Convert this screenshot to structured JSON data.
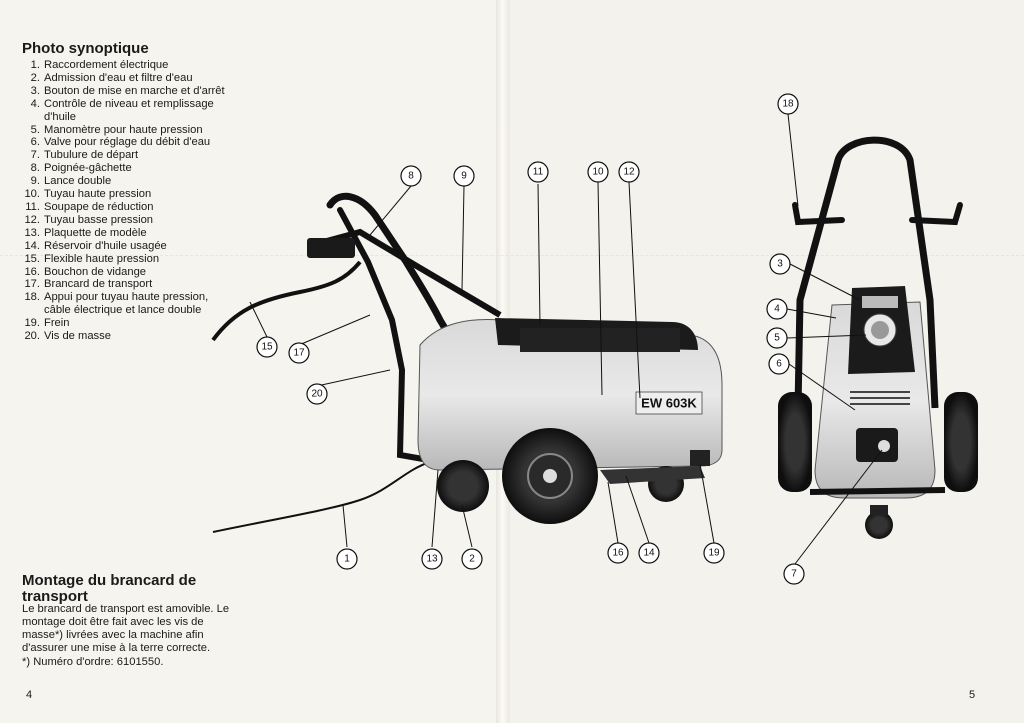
{
  "left_page": {
    "title": "Photo synoptique",
    "items": [
      {
        "num": "1.",
        "text": "Raccordement électrique"
      },
      {
        "num": "2.",
        "text": "Admission d'eau et filtre d'eau"
      },
      {
        "num": "3.",
        "text": "Bouton de mise en marche et d'arrêt"
      },
      {
        "num": "4.",
        "text": "Contrôle de niveau et remplissage d'huile"
      },
      {
        "num": "5.",
        "text": "Manomètre pour haute pression"
      },
      {
        "num": "6.",
        "text": "Valve pour réglage du débit d'eau"
      },
      {
        "num": "7.",
        "text": "Tubulure de départ"
      },
      {
        "num": "8.",
        "text": "Poignée-gâchette"
      },
      {
        "num": "9.",
        "text": "Lance double"
      },
      {
        "num": "10.",
        "text": "Tuyau haute pression"
      },
      {
        "num": "11.",
        "text": "Soupape de réduction"
      },
      {
        "num": "12.",
        "text": "Tuyau basse pression"
      },
      {
        "num": "13.",
        "text": "Plaquette de modèle"
      },
      {
        "num": "14.",
        "text": "Réservoir d'huile usagée"
      },
      {
        "num": "15.",
        "text": "Flexible haute pression"
      },
      {
        "num": "16.",
        "text": "Bouchon de vidange"
      },
      {
        "num": "17.",
        "text": "Brancard de transport"
      },
      {
        "num": "18.",
        "text": "Appui pour tuyau haute pression, câble électrique et lance double"
      },
      {
        "num": "19.",
        "text": "Frein"
      },
      {
        "num": "20.",
        "text": "Vis de masse"
      }
    ],
    "section_title": "Montage du brancard de transport",
    "section_text": "Le brancard de transport est amovible. Le montage doit être fait avec les vis de masse*) livrées avec la machine afin d'assurer une mise à la terre correcte.",
    "footnote": "*) Numéro d'ordre: 6101550.",
    "page_number": "4"
  },
  "right_page": {
    "page_number": "5",
    "model_label": "EW 603K"
  },
  "callouts": {
    "c1": "1",
    "c2": "2",
    "c3": "3",
    "c4": "4",
    "c5": "5",
    "c6": "6",
    "c7": "7",
    "c8": "8",
    "c9": "9",
    "c10": "10",
    "c11": "11",
    "c12": "12",
    "c13": "13",
    "c14": "14",
    "c15": "15",
    "c16": "16",
    "c17": "17",
    "c18": "18",
    "c19": "19",
    "c20": "20"
  }
}
